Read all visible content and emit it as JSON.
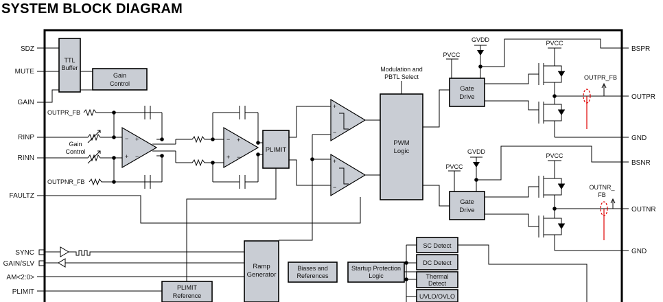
{
  "title": "SYSTEM BLOCK DIAGRAM",
  "left_pins": {
    "sdz": "SDZ",
    "mute": "MUTE",
    "gain": "GAIN",
    "rinp": "RINP",
    "rinn": "RINN",
    "faultz": "FAULTZ",
    "sync": "SYNC",
    "gain_slv": "GAIN/SLV",
    "am": "AM<2:0>",
    "plimit": "PLIMIT"
  },
  "right_pins": {
    "bspr": "BSPR",
    "outpr": "OUTPR",
    "gnd_top": "GND",
    "bsnr": "BSNR",
    "outnr": "OUTNR",
    "gnd_bottom": "GND"
  },
  "blocks": {
    "ttl_buffer": [
      "TTL",
      "Buffer"
    ],
    "gain_control": [
      "Gain",
      "Control"
    ],
    "plimit": "PLIMIT",
    "pwm_logic": [
      "PWM",
      "Logic"
    ],
    "gate_drive_top": [
      "Gate",
      "Drive"
    ],
    "gate_drive_bottom": [
      "Gate",
      "Drive"
    ],
    "ramp_generator": [
      "Ramp",
      "Generator"
    ],
    "biases_references": [
      "Biases and",
      "References"
    ],
    "startup_protection": [
      "Startup Protection",
      "Logic"
    ],
    "sc_detect": "SC Detect",
    "dc_detect": "DC Detect",
    "thermal_detect": [
      "Thermal",
      "Detect"
    ],
    "uvlo_ovlo": "UVLO/OVLO",
    "plimit_reference": [
      "PLIMIT",
      "Reference"
    ]
  },
  "labels": {
    "outpr_fb_in": "OUTPR_FB",
    "outpnr_fb_in": "OUTPNR_FB",
    "gain_control_inner": [
      "Gain",
      "Control"
    ],
    "modulation": [
      "Modulation and",
      "PBTL Select"
    ],
    "pvcc_gate_top": "PVCC",
    "gvdd_top": "GVDD",
    "pvcc_fet_top": "PVCC",
    "pvcc_gate_bottom": "PVCC",
    "gvdd_bottom": "GVDD",
    "pvcc_fet_bottom": "PVCC",
    "outpr_fb_out": "OUTPR_FB",
    "outnr_fb_out": [
      "OUTNR_",
      "FB"
    ]
  },
  "colors": {
    "block_fill": "#c9cdd4",
    "line": "#000000",
    "feedback": "#e00000"
  }
}
